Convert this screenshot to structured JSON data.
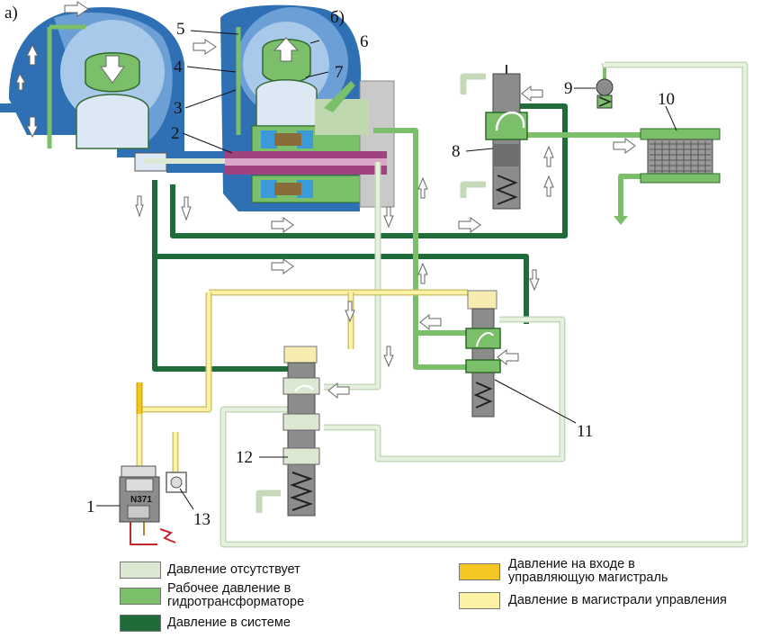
{
  "diagram": {
    "panel_labels": {
      "a": "а)",
      "b": "б)"
    },
    "part_numbers": [
      "1",
      "2",
      "3",
      "4",
      "5",
      "6",
      "7",
      "8",
      "9",
      "10",
      "11",
      "12",
      "13"
    ],
    "solenoid_label": "N371"
  },
  "legend": [
    {
      "label": "Давление отсутствует",
      "color": "#dce8d2"
    },
    {
      "label": "Рабочее давление в гидротрансформаторе",
      "color": "#7bbf6a"
    },
    {
      "label": "Давление в системе",
      "color": "#1f6b3a"
    },
    {
      "label": "Давление на входе в управляющую магистраль",
      "color": "#f3c623"
    },
    {
      "label": "Давление в магистрали управления",
      "color": "#fbf2a4"
    }
  ],
  "colors": {
    "no_pressure": "#dce8d2",
    "converter_pressure": "#7bbf6a",
    "system_pressure": "#1f6b3a",
    "control_inlet_pressure": "#f3c623",
    "control_line_pressure": "#fbf2a4",
    "housing_blue": "#2f6fb3",
    "housing_light_blue": "#8cb6de",
    "valve_gray": "#8c8c8c",
    "shaft_magenta": "#a0427e"
  }
}
